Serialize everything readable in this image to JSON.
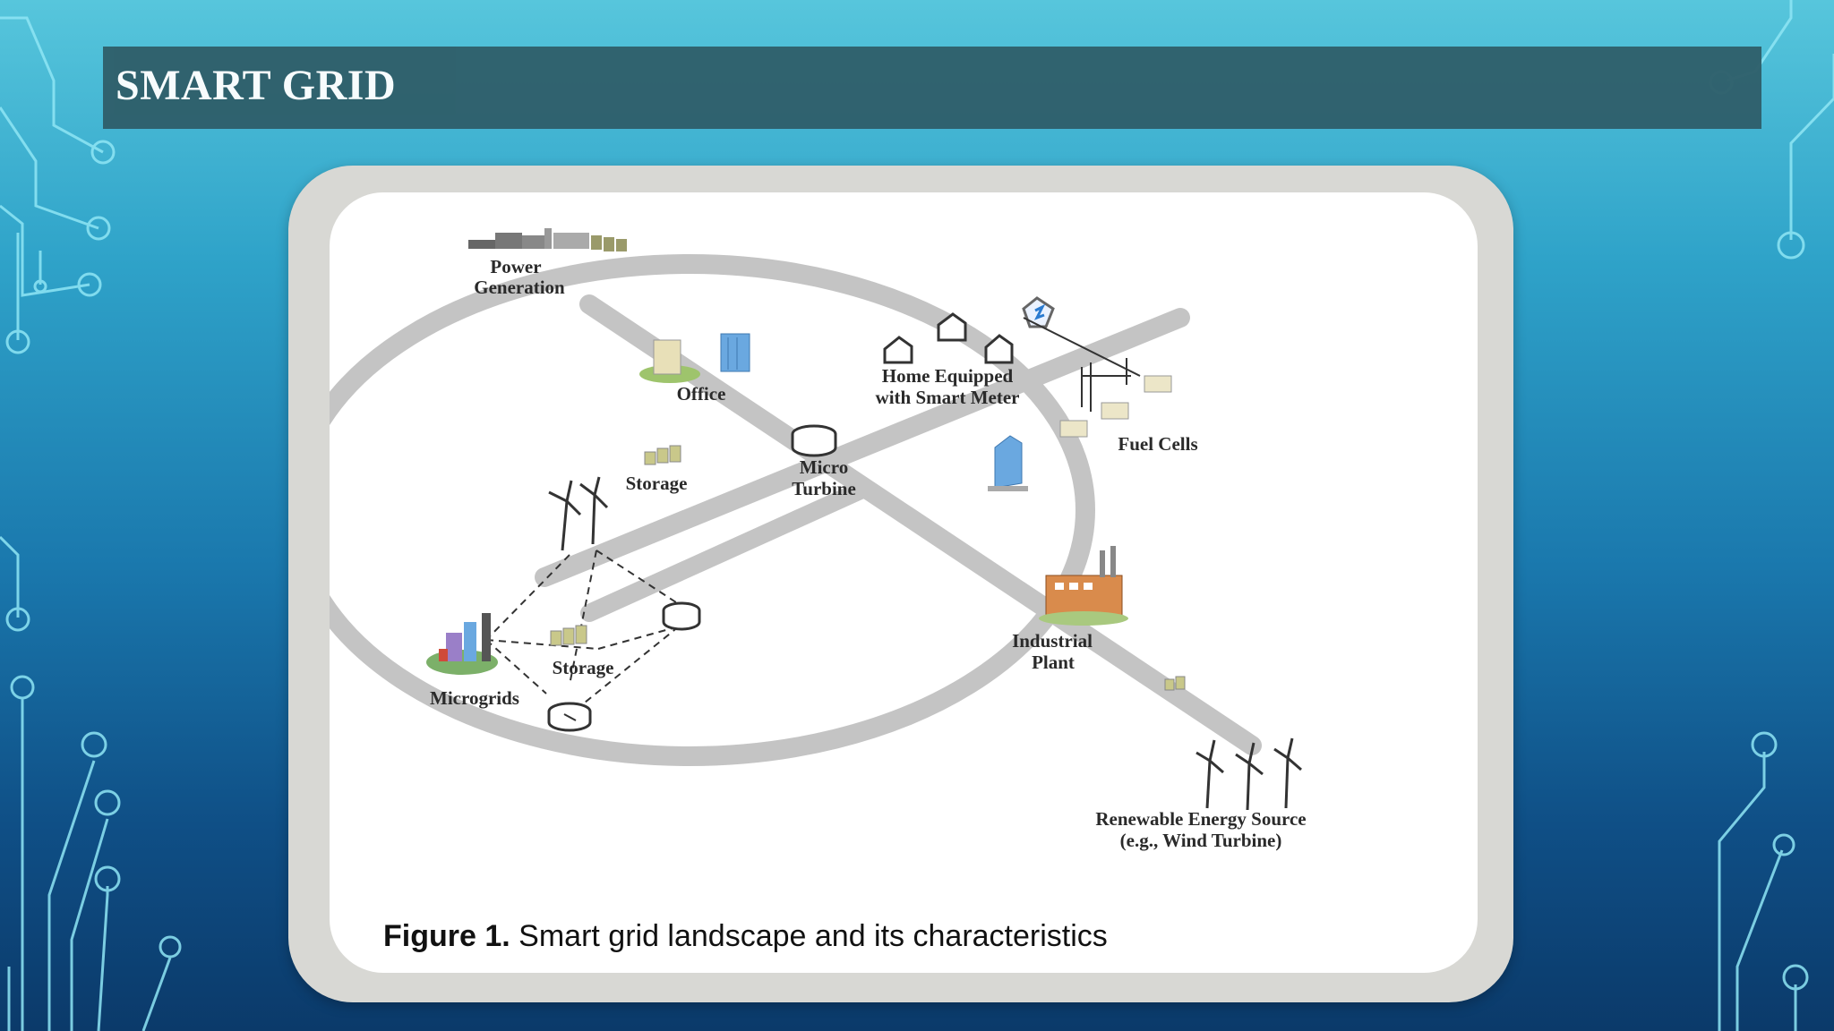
{
  "slide": {
    "title": "SMART GRID"
  },
  "figure": {
    "labels": {
      "power_generation": [
        "Power",
        "Generation"
      ],
      "office": "Office",
      "home_smart_meter": [
        "Home Equipped",
        "with Smart Meter"
      ],
      "fuel_cells": "Fuel Cells",
      "storage_top": "Storage",
      "micro_turbine": [
        "Micro",
        "Turbine"
      ],
      "industrial_plant": [
        "Industrial",
        "Plant"
      ],
      "storage_bottom": "Storage",
      "microgrids": "Microgrids",
      "renewable": [
        "Renewable Energy Source",
        "(e.g., Wind Turbine)"
      ]
    },
    "caption_bold": "Figure 1.",
    "caption_text": "Smart grid landscape and its characteristics"
  },
  "colors": {
    "title_bar": "#2f5f6a",
    "ring": "#c4c4c4",
    "circuit": "#8fe6f5"
  }
}
